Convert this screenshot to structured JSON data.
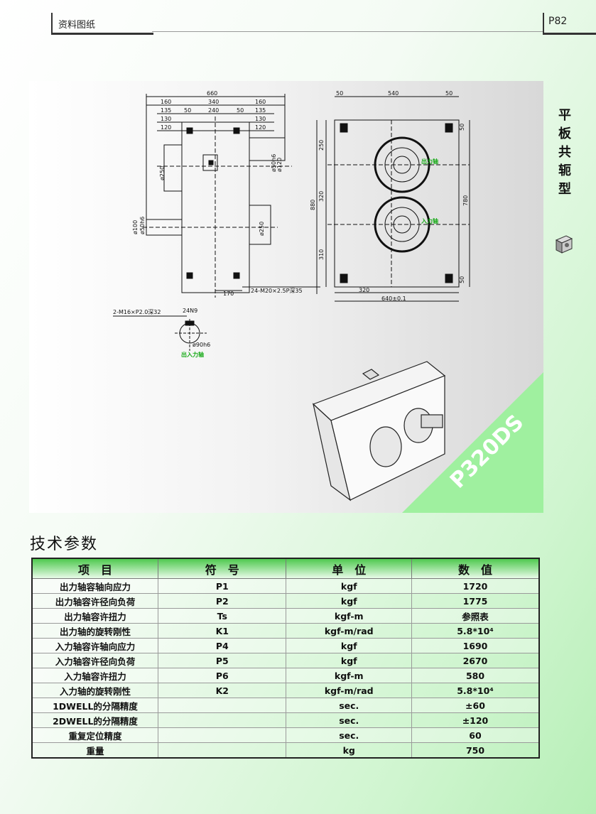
{
  "header": {
    "section": "资料图纸",
    "page_number": "P82"
  },
  "side_title": [
    "平",
    "板",
    "共",
    "轭",
    "型"
  ],
  "drawing": {
    "model_label": "P320DS",
    "top_dims": [
      "660",
      "160",
      "340",
      "160",
      "135",
      "50",
      "240",
      "50",
      "135",
      "130",
      "130",
      "120",
      "120"
    ],
    "left_dims": [
      "ø250",
      "ø100",
      "ø50h6"
    ],
    "right_view_dims": [
      "50",
      "540",
      "50",
      "50",
      "250",
      "320",
      "310",
      "880",
      "780",
      "50",
      "320",
      "640±0.1"
    ],
    "shaft_labels": {
      "output": "出力轴",
      "input": "入力轴"
    },
    "side_dims": [
      "ø120",
      "ø50h6",
      "ø250",
      "170"
    ],
    "bolt_note": "24-M20×2.5P深35",
    "key_note": "2-M16×P2.0深32",
    "key_dims": [
      "24N9",
      "ø90h6"
    ],
    "key_caption": "出入力轴"
  },
  "section_title": "技术参数",
  "table": {
    "headers": [
      "项　目",
      "符　号",
      "单　位",
      "数　值"
    ],
    "rows": [
      [
        "出力轴容轴向应力",
        "P1",
        "kgf",
        "1720"
      ],
      [
        "出力轴容许径向负荷",
        "P2",
        "kgf",
        "1775"
      ],
      [
        "出力轴容许扭力",
        "Ts",
        "kgf-m",
        "参照表"
      ],
      [
        "出力轴的旋转刚性",
        "K1",
        "kgf-m/rad",
        "5.8*10⁴"
      ],
      [
        "入力轴容许轴向应力",
        "P4",
        "kgf",
        "1690"
      ],
      [
        "入力轴容许径向负荷",
        "P5",
        "kgf",
        "2670"
      ],
      [
        "入力轴容许扭力",
        "P6",
        "kgf-m",
        "580"
      ],
      [
        "入力轴的旋转刚性",
        "K2",
        "kgf-m/rad",
        "5.8*10⁴"
      ],
      [
        "1DWELL的分隔精度",
        "",
        "sec.",
        "±60"
      ],
      [
        "2DWELL的分隔精度",
        "",
        "sec.",
        "±120"
      ],
      [
        "重复定位精度",
        "",
        "sec.",
        "60"
      ],
      [
        "重量",
        "",
        "kg",
        "750"
      ]
    ]
  }
}
